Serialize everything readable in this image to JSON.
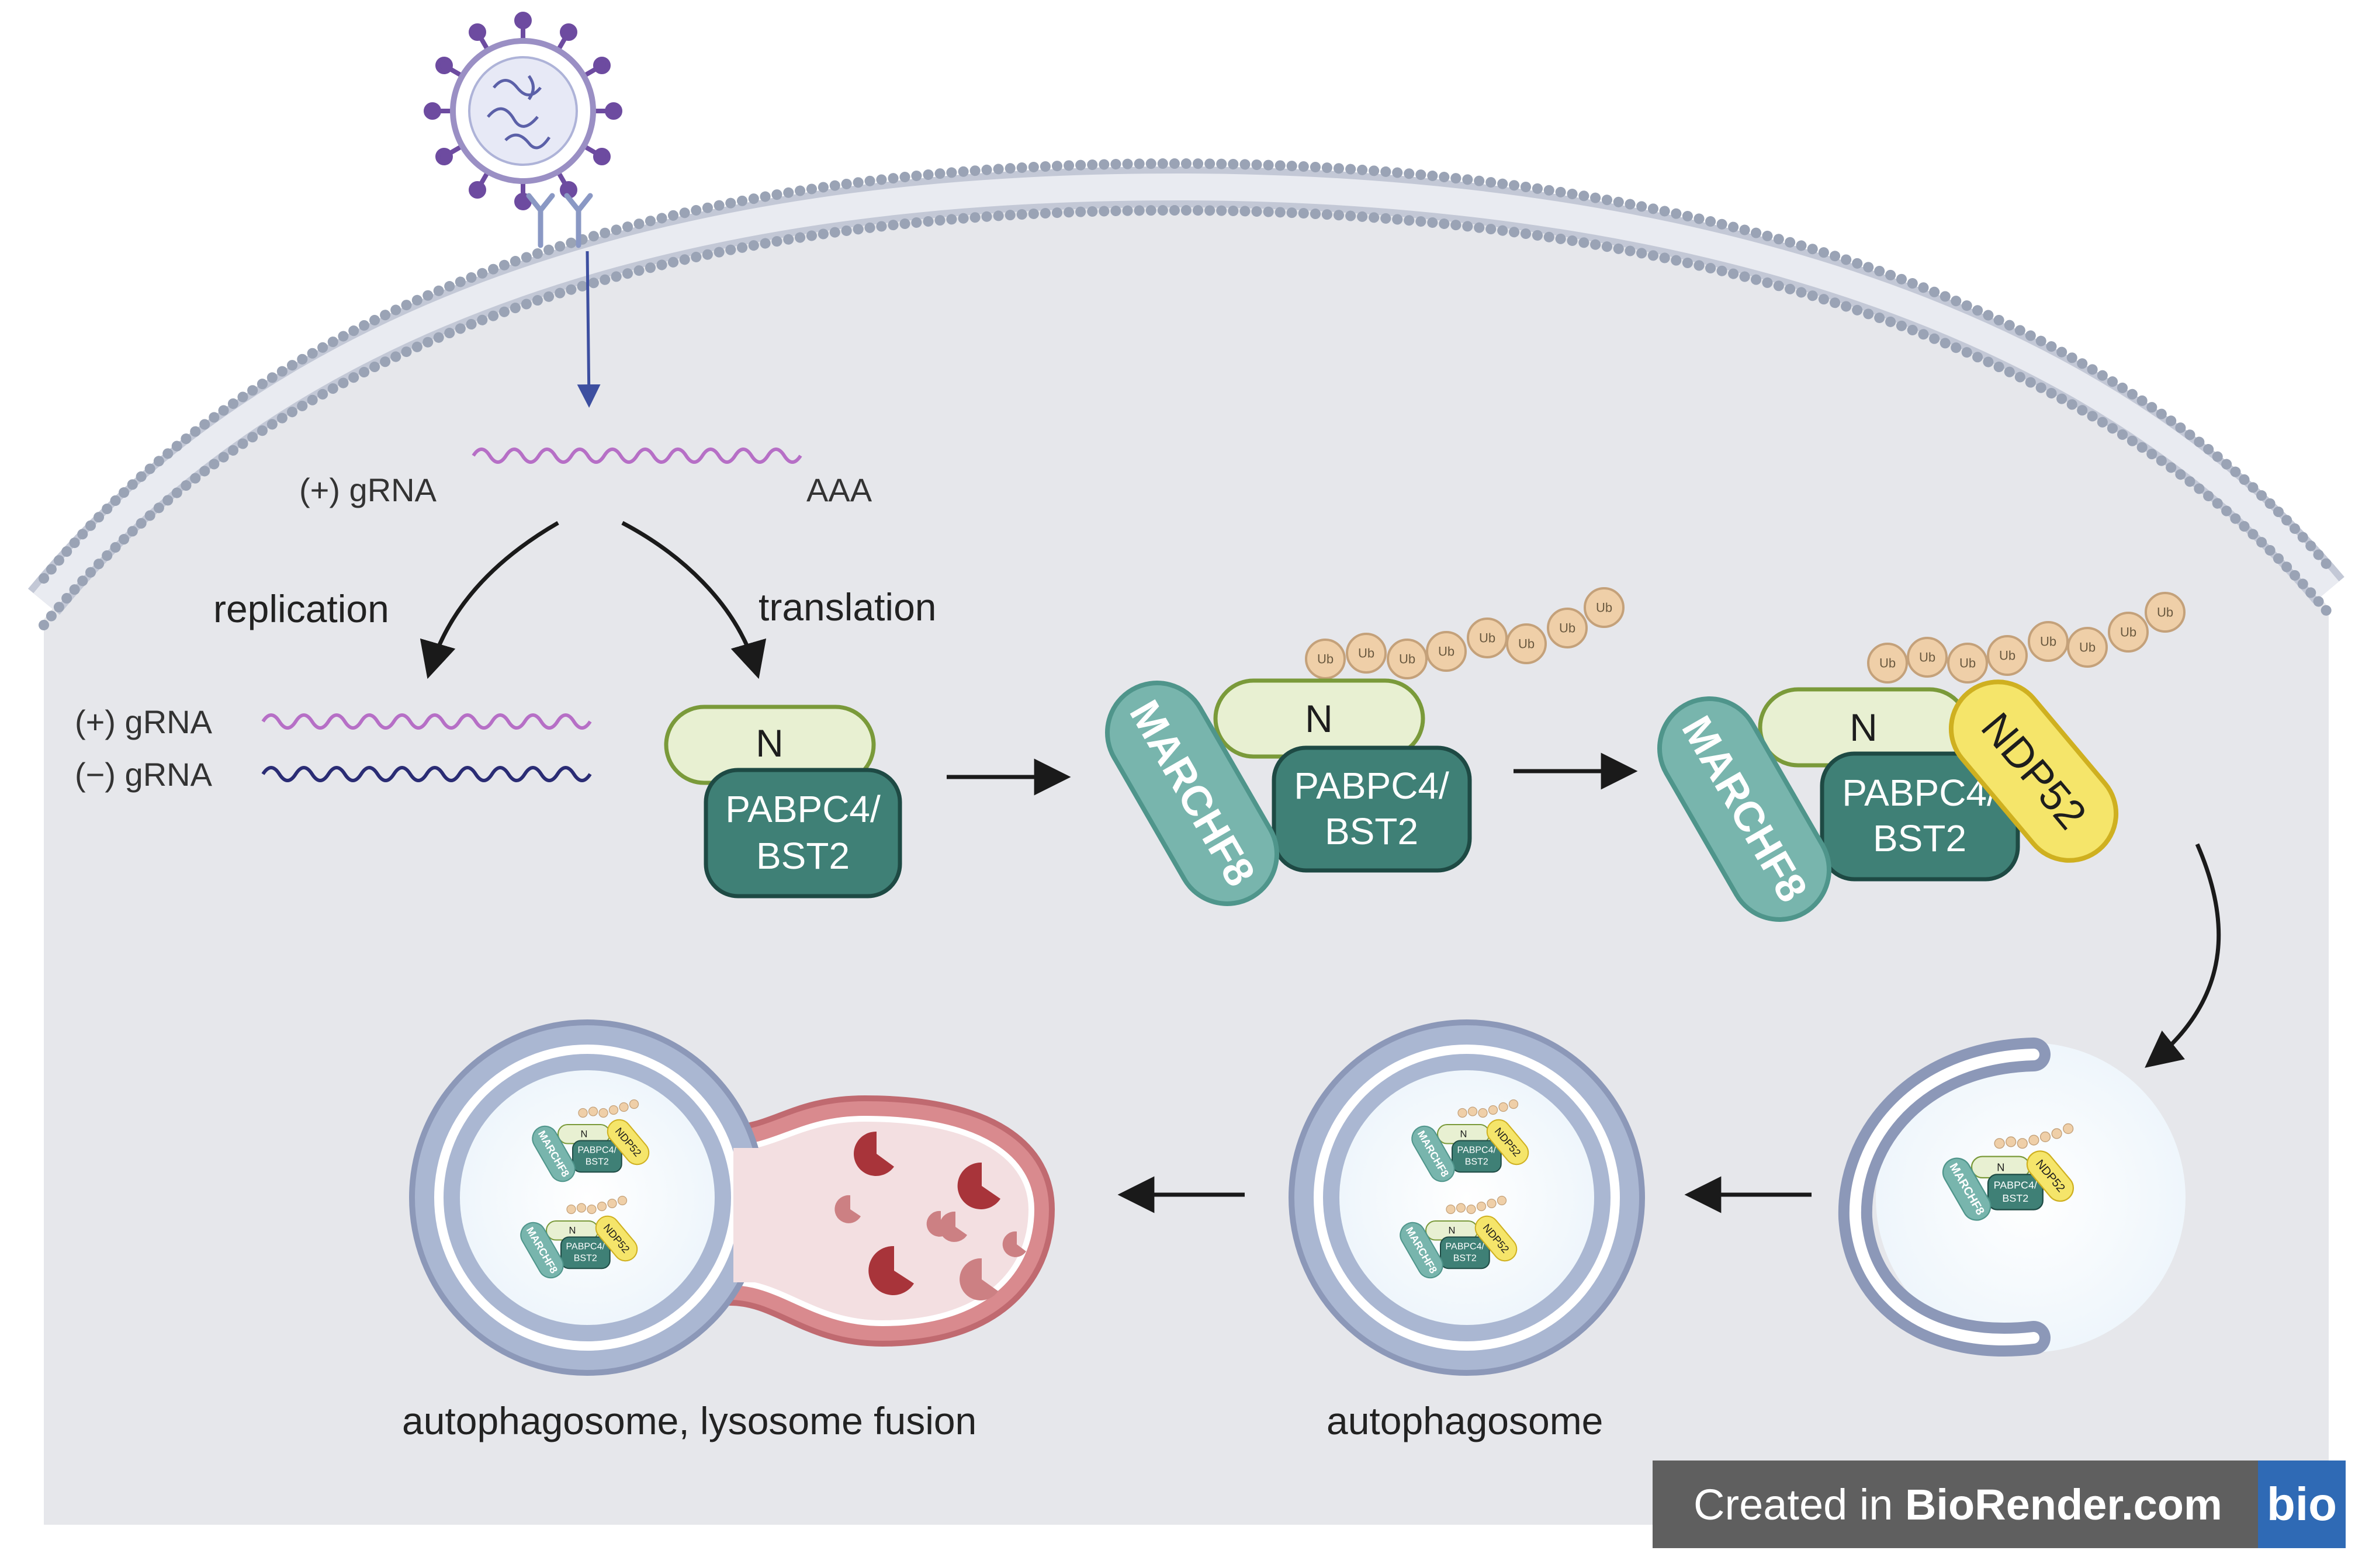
{
  "labels": {
    "grna_plus_top": "(+)  gRNA",
    "aaa": "AAA",
    "replication": "replication",
    "translation": "translation",
    "grna_plus": "(+)  gRNA",
    "grna_minus": "(−)  gRNA",
    "n": "N",
    "pabpc4_line1": "PABPC4/",
    "bst2_line2": "BST2",
    "marchf8": "MARCHF8",
    "ndp52": "NDP52",
    "ub": "Ub",
    "autophagosome_lysosome": "autophagosome, lysosome fusion",
    "autophagosome": "autophagosome"
  },
  "watermark": {
    "prefix": "Created in ",
    "brand": "BioRender.com",
    "logo": "bio"
  },
  "colors": {
    "cytoplasm": "#e6e7eb",
    "membrane_head": "#9aa3b5",
    "plus_rna": "#b66fc6",
    "minus_rna": "#2a2c74",
    "n_protein": "#e8f0d2",
    "pabpc4": "#3f8076",
    "marchf8": "#78b5ad",
    "ndp52": "#f5e56a",
    "ubiquitin": "#efcfa8",
    "lysosome": "#d98a8e",
    "lysosome_enzyme": "#a8343a",
    "autophagosome_membrane": "#aab7d2"
  },
  "icons": [
    "virus-icon",
    "receptor-icon",
    "ubiquitin-icon",
    "lysosomal-enzyme-icon"
  ]
}
